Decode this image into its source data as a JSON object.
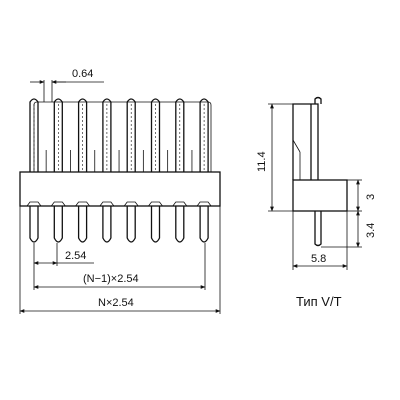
{
  "front_view": {
    "pin_count": 8,
    "dimensions": {
      "pin_width": "0.64",
      "pitch": "2.54",
      "span": "(N−1)×2.54",
      "total_length": "N×2.54"
    }
  },
  "side_view": {
    "dimensions": {
      "height": "11.4",
      "body_height": "3",
      "tail_length": "3.4",
      "body_depth": "5.8"
    },
    "caption": "Тип V/T"
  }
}
